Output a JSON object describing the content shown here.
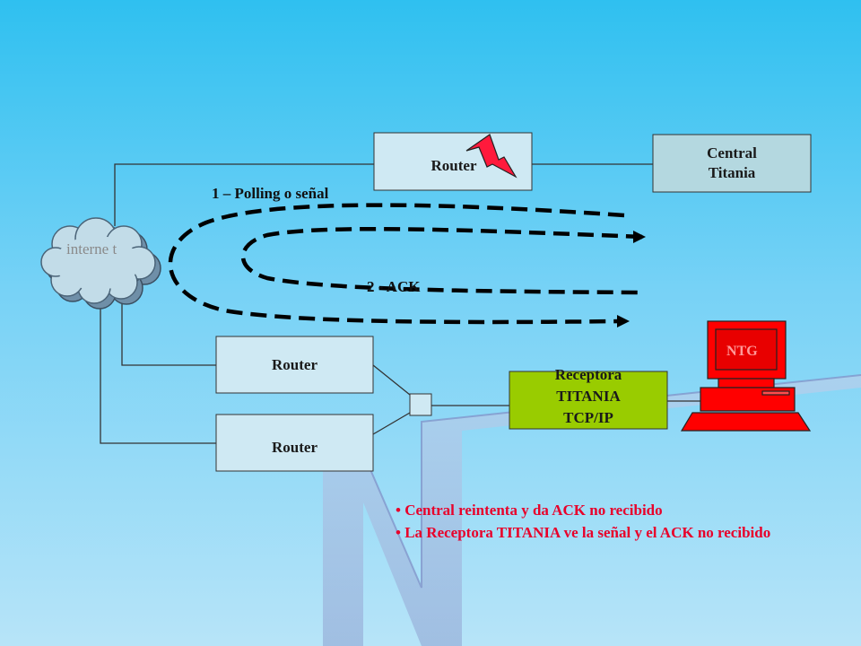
{
  "nodes": {
    "cloud": "interne t",
    "router_top": "Router",
    "central": "Central Titania",
    "router_mid": "Router",
    "router_bottom": "Router",
    "receptora": "Receptora TITANIA TCP/IP",
    "ntg": "NTG"
  },
  "edges": {
    "polling": "1 – Polling o señal",
    "ack": "2 - ACK"
  },
  "bullets": [
    "• Central reintenta y da ACK no recibido",
    "•  La Receptora TITANIA  ve la señal y el ACK no recibido"
  ],
  "colors": {
    "central_fill": "#b4d8e0",
    "receptora_fill": "#99cc00",
    "ntg_fill": "#ff0000",
    "bullet_text": "#e8002a",
    "lightning": "#ff1a3c"
  },
  "icons": [
    "lightning-icon",
    "cloud-icon",
    "computer-icon"
  ]
}
